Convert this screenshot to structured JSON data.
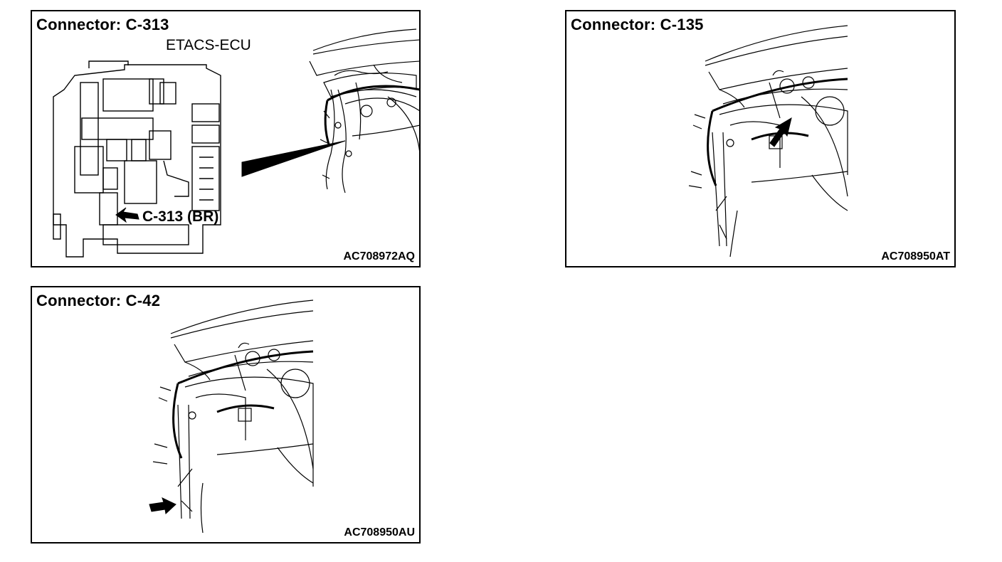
{
  "panels": [
    {
      "title": "Connector: C-313",
      "component_label": "ETACS-ECU",
      "callout": "C-313 (BR)",
      "figure_code": "AC708972AQ"
    },
    {
      "title": "Connector: C-135",
      "figure_code": "AC708950AT"
    },
    {
      "title": "Connector: C-42",
      "figure_code": "AC708950AU"
    }
  ],
  "colors": {
    "line": "#000000",
    "background": "#ffffff"
  }
}
